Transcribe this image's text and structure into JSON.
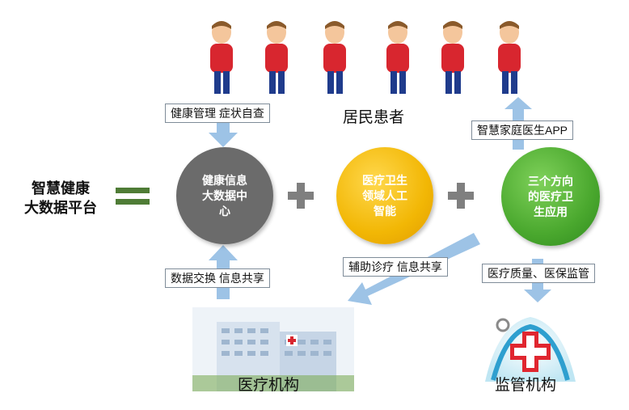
{
  "platform": {
    "line1": "智慧健康",
    "line2": "大数据平台"
  },
  "residents": {
    "label": "居民患者"
  },
  "hubs": [
    {
      "lines": [
        "健康信息",
        "大数据中",
        "心"
      ],
      "color": "#6b6b6b"
    },
    {
      "lines": [
        "医疗卫生",
        "领域人工",
        "智能"
      ],
      "color": "#f2b705"
    },
    {
      "lines": [
        "三个方向",
        "的医疗卫",
        "生应用"
      ],
      "color": "#4aa82e"
    }
  ],
  "labels": {
    "health_mgmt": "健康管理  症状自查",
    "app": "智慧家庭医生APP",
    "data_exchange": "数据交换  信息共享",
    "aux_diagnosis": "辅助诊疗  信息共享",
    "quality": "医疗质量、医保监管"
  },
  "institutions": {
    "medical": "医疗机构",
    "regulatory": "监管机构"
  },
  "colors": {
    "arrow": "#9dc3e6",
    "plus": "#7f7f7f",
    "equals": "#4f7c36"
  }
}
